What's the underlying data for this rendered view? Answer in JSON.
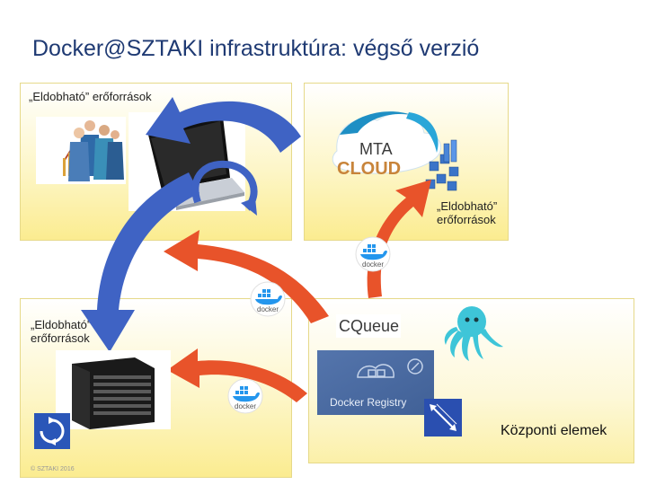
{
  "title": "Docker@SZTAKI infrastruktúra: végső verzió",
  "panels": {
    "top_left": {
      "label": "„Eldobható” erőforrások"
    },
    "top_right": {
      "label_line1": "„Eldobható”",
      "label_line2": "erőforrások",
      "logo_text_top": "MTA",
      "logo_text_bottom": "CLOUD"
    },
    "bottom_left": {
      "label_line1": "„Eldobható”",
      "label_line2": "erőforrások"
    },
    "bottom_right": {
      "cqueue_label": "CQueue",
      "registry_label": "Docker Registry",
      "caption": "Központi elemek"
    }
  },
  "docker_badges": [
    "docker",
    "docker",
    "docker"
  ],
  "footer": "© SZTAKI 2016",
  "colors": {
    "title": "#1f3a73",
    "blue_arrow": "#3f63c4",
    "orange_arrow": "#e8532a",
    "panel_fill": "#fbec90",
    "docker_blue": "#2496ed",
    "registry_bg": "#4a6aa0"
  },
  "icons": [
    "business-people-icon",
    "laptop-icon",
    "mta-cloud-logo",
    "server-rack-icon",
    "cycle-icon",
    "octopus-icon",
    "docker-registry-icon",
    "diagonal-arrow-icon"
  ]
}
